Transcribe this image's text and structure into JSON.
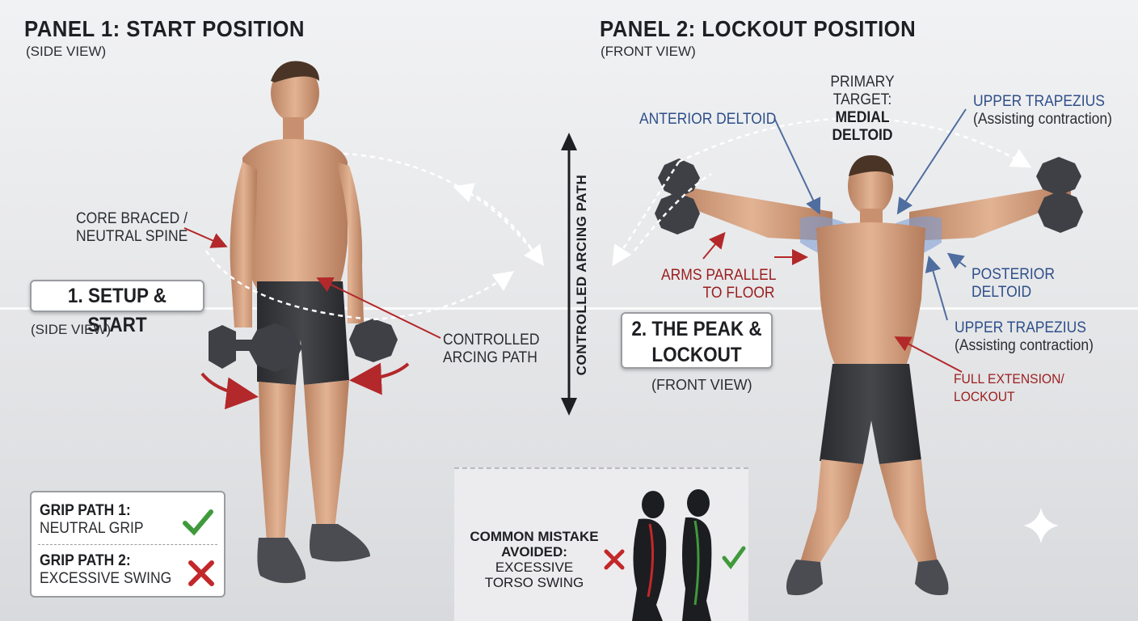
{
  "panel1": {
    "title": "PANEL 1: START POSITION",
    "view": "(SIDE VIEW)"
  },
  "panel2": {
    "title": "PANEL 2: LOCKOUT POSITION",
    "view": "(FRONT VIEW)"
  },
  "labels": {
    "core_line1": "CORE BRACED /",
    "core_line2": "NEUTRAL SPINE",
    "step1": "1. SETUP & START",
    "step1_view": "(SIDE VIEW)",
    "arc_line1": "CONTROLLED",
    "arc_line2": "ARCING PATH",
    "vertical_arrow": "CONTROLLED ARCING PATH",
    "step2_line1": "2. THE PEAK &",
    "step2_line2": "LOCKOUT",
    "step2_view": "(FRONT VIEW)",
    "primary_line1": "PRIMARY TARGET:",
    "primary_line2": "MEDIAL DELTOID",
    "anterior": "ANTERIOR DELTOID",
    "upper_trap_top": "UPPER TRAPEZIUS",
    "upper_trap_top_sub": "(Assisting contraction)",
    "arms_line1": "ARMS PARALLEL",
    "arms_line2": "TO FLOOR",
    "posterior_line1": "POSTERIOR",
    "posterior_line2": "DELTOID",
    "upper_trap_bottom": "UPPER TRAPEZIUS",
    "upper_trap_bottom_sub": "(Assisting contraction)",
    "full_line1": "FULL EXTENSION/",
    "full_line2": "LOCKOUT"
  },
  "grip": {
    "path1_title": "GRIP PATH 1:",
    "path1_desc": "NEUTRAL GRIP",
    "path2_title": "GRIP PATH 2:",
    "path2_desc": "EXCESSIVE SWING"
  },
  "mistake": {
    "line1": "COMMON MISTAKE",
    "line2": "AVOIDED:",
    "line3": "EXCESSIVE",
    "line4": "TORSO SWING"
  },
  "colors": {
    "accent_red": "#9a1d1d",
    "accent_blue": "#2f4f8a",
    "check_green": "#3f9a3c",
    "cross_red": "#c2282a"
  }
}
